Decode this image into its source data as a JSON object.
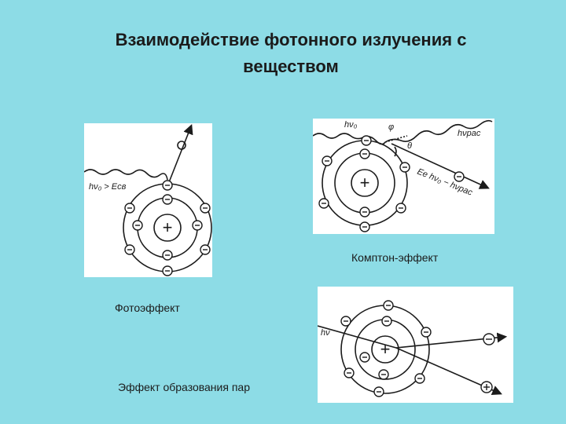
{
  "slide": {
    "title_line1": "Взаимодействие фотонного излучения с",
    "title_line2": "веществом"
  },
  "captions": {
    "photo": "Фотоэффект",
    "compton": "Комптон-эффект",
    "pair": "Эффект образования пар"
  },
  "diagram_labels": {
    "photo_energy": "hν₀ > Eсв",
    "compton_incident": "hν₀",
    "compton_scattered": "hνрас",
    "compton_phi": "φ",
    "compton_theta": "θ",
    "compton_electron": "Eе  hν₀ − hνрас",
    "pair_photon": "hν"
  },
  "symbols": {
    "nucleus": "+",
    "electron": "−",
    "positron": "+"
  },
  "colors": {
    "background": "#8ddce6",
    "panel": "#ffffff",
    "ink": "#1b1b1b"
  }
}
